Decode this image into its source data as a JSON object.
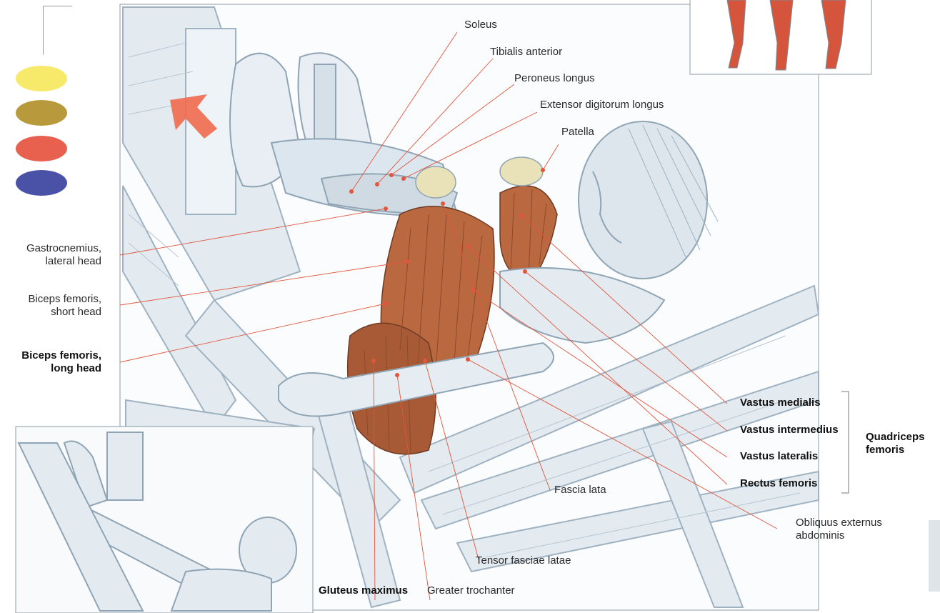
{
  "legend": {
    "swatches": [
      {
        "name": "yellow",
        "color": "#f7ea6a"
      },
      {
        "name": "olive",
        "color": "#b89a3c"
      },
      {
        "name": "red",
        "color": "#e8604e"
      },
      {
        "name": "blue",
        "color": "#4a52a8"
      }
    ]
  },
  "colors": {
    "muscle": "#b9683f",
    "muscle_dark": "#8c4a2c",
    "leader": "#e2553c",
    "sketch": "#a9bccb",
    "sketch_fill": "#e6edf2",
    "arrow": "#f06a4c"
  },
  "labels": {
    "soleus": "Soleus",
    "tibialis_anterior": "Tibialis anterior",
    "peroneus_longus": "Peroneus longus",
    "extensor_digitorum_longus": "Extensor digitorum longus",
    "patella": "Patella",
    "gastrocnemius_line1": "Gastrocnemius,",
    "gastrocnemius_line2": "lateral head",
    "biceps_short_line1": "Biceps femoris,",
    "biceps_short_line2": "short head",
    "biceps_long_line1": "Biceps femoris,",
    "biceps_long_line2": "long head",
    "vastus_medialis": "Vastus medialis",
    "vastus_intermedius": "Vastus intermedius",
    "vastus_lateralis": "Vastus lateralis",
    "rectus_femoris": "Rectus femoris",
    "quadriceps_line1": "Quadriceps",
    "quadriceps_line2": "femoris",
    "fascia_lata": "Fascia lata",
    "obliquus_line1": "Obliquus externus",
    "obliquus_line2": "abdominis",
    "tensor_fasciae_latae": "Tensor fasciae latae",
    "gluteus_maximus": "Gluteus maximus",
    "greater_trochanter": "Greater trochanter"
  }
}
